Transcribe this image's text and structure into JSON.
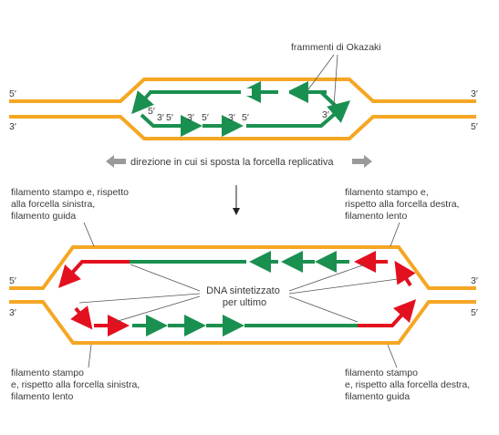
{
  "colors": {
    "template": "#f5a623",
    "new_strand": "#1a9050",
    "primer": "#e3101f",
    "text": "#3a3a3a",
    "arrow_gray": "#9a9a9a",
    "pointer": "#555555"
  },
  "top": {
    "okazaki_label": "frammenti di Okazaki",
    "left_top_prime": "5′",
    "left_bottom_prime": "3′",
    "right_top_prime": "3′",
    "right_bottom_prime": "5′",
    "inner_primes": [
      "5′",
      "3′",
      "5′",
      "3′",
      "5′",
      "3′",
      "5′",
      "3′"
    ],
    "direction_caption": "direzione in cui si sposta la forcella replicativa"
  },
  "bottom": {
    "tl_label": [
      "filamento stampo e, rispetto",
      "alla forcella sinistra,",
      "filamento guida"
    ],
    "tr_label": [
      "filamento stampo e,",
      "rispetto alla forcella destra,",
      "filamento lento"
    ],
    "bl_label": [
      "filamento stampo",
      "e, rispetto alla forcella sinistra,",
      "filamento lento"
    ],
    "br_label": [
      "filamento stampo",
      "e, rispetto alla forcella destra,",
      "filamento guida"
    ],
    "center_note": [
      "DNA sintetizzato",
      "per ultimo"
    ],
    "left_top_prime": "5′",
    "left_bottom_prime": "3′",
    "right_top_prime": "3′",
    "right_bottom_prime": "5′"
  }
}
